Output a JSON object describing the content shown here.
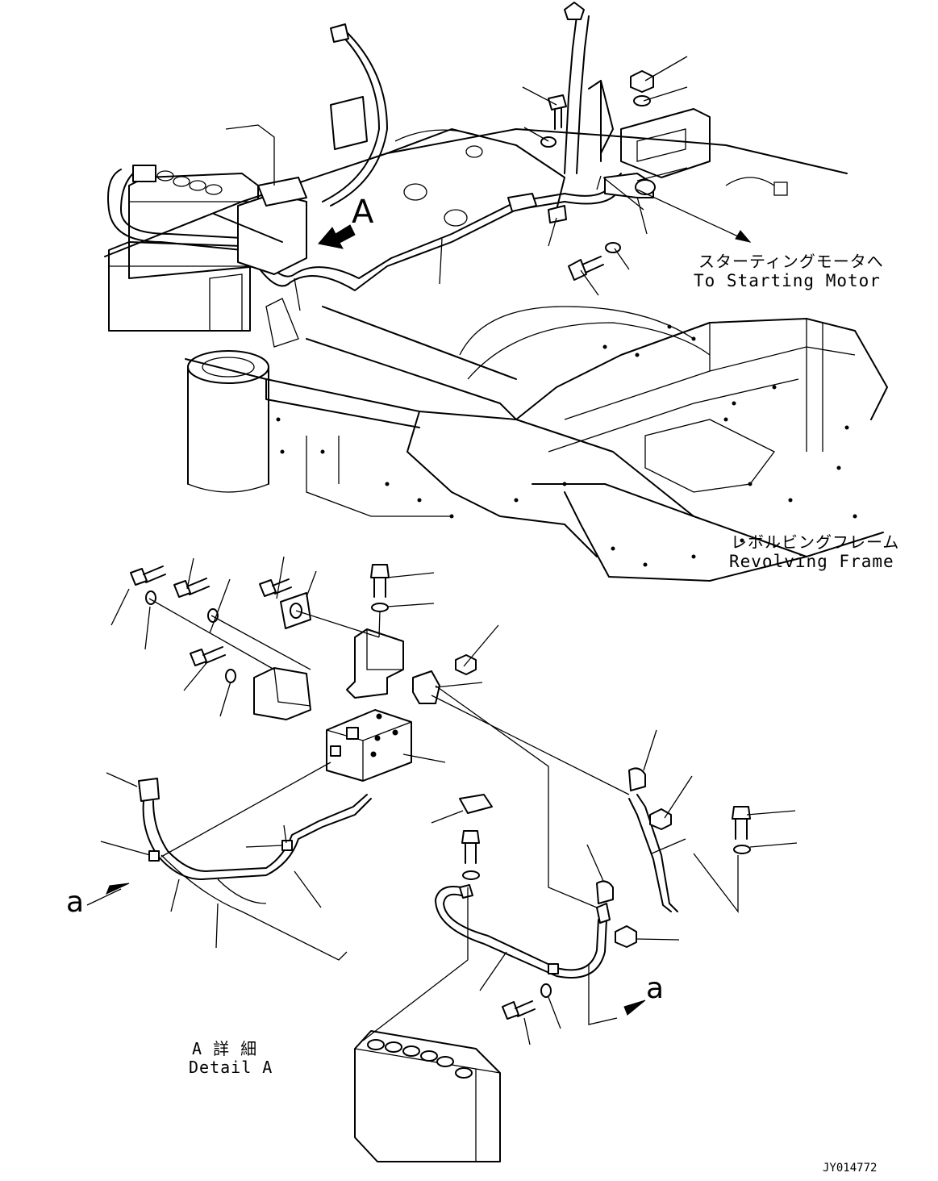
{
  "labels": {
    "starting_motor_jp": "スターティングモータへ",
    "starting_motor_en": "To Starting Motor",
    "revolving_frame_jp": "レボルビングフレーム",
    "revolving_frame_en": "Revolving Frame",
    "detail_a_jp": "A 詳 細",
    "detail_a_en": "Detail A",
    "view_arrow_a": "A",
    "connection_a_left": "a",
    "connection_a_right": "a",
    "drawing_number": "JY014772"
  }
}
